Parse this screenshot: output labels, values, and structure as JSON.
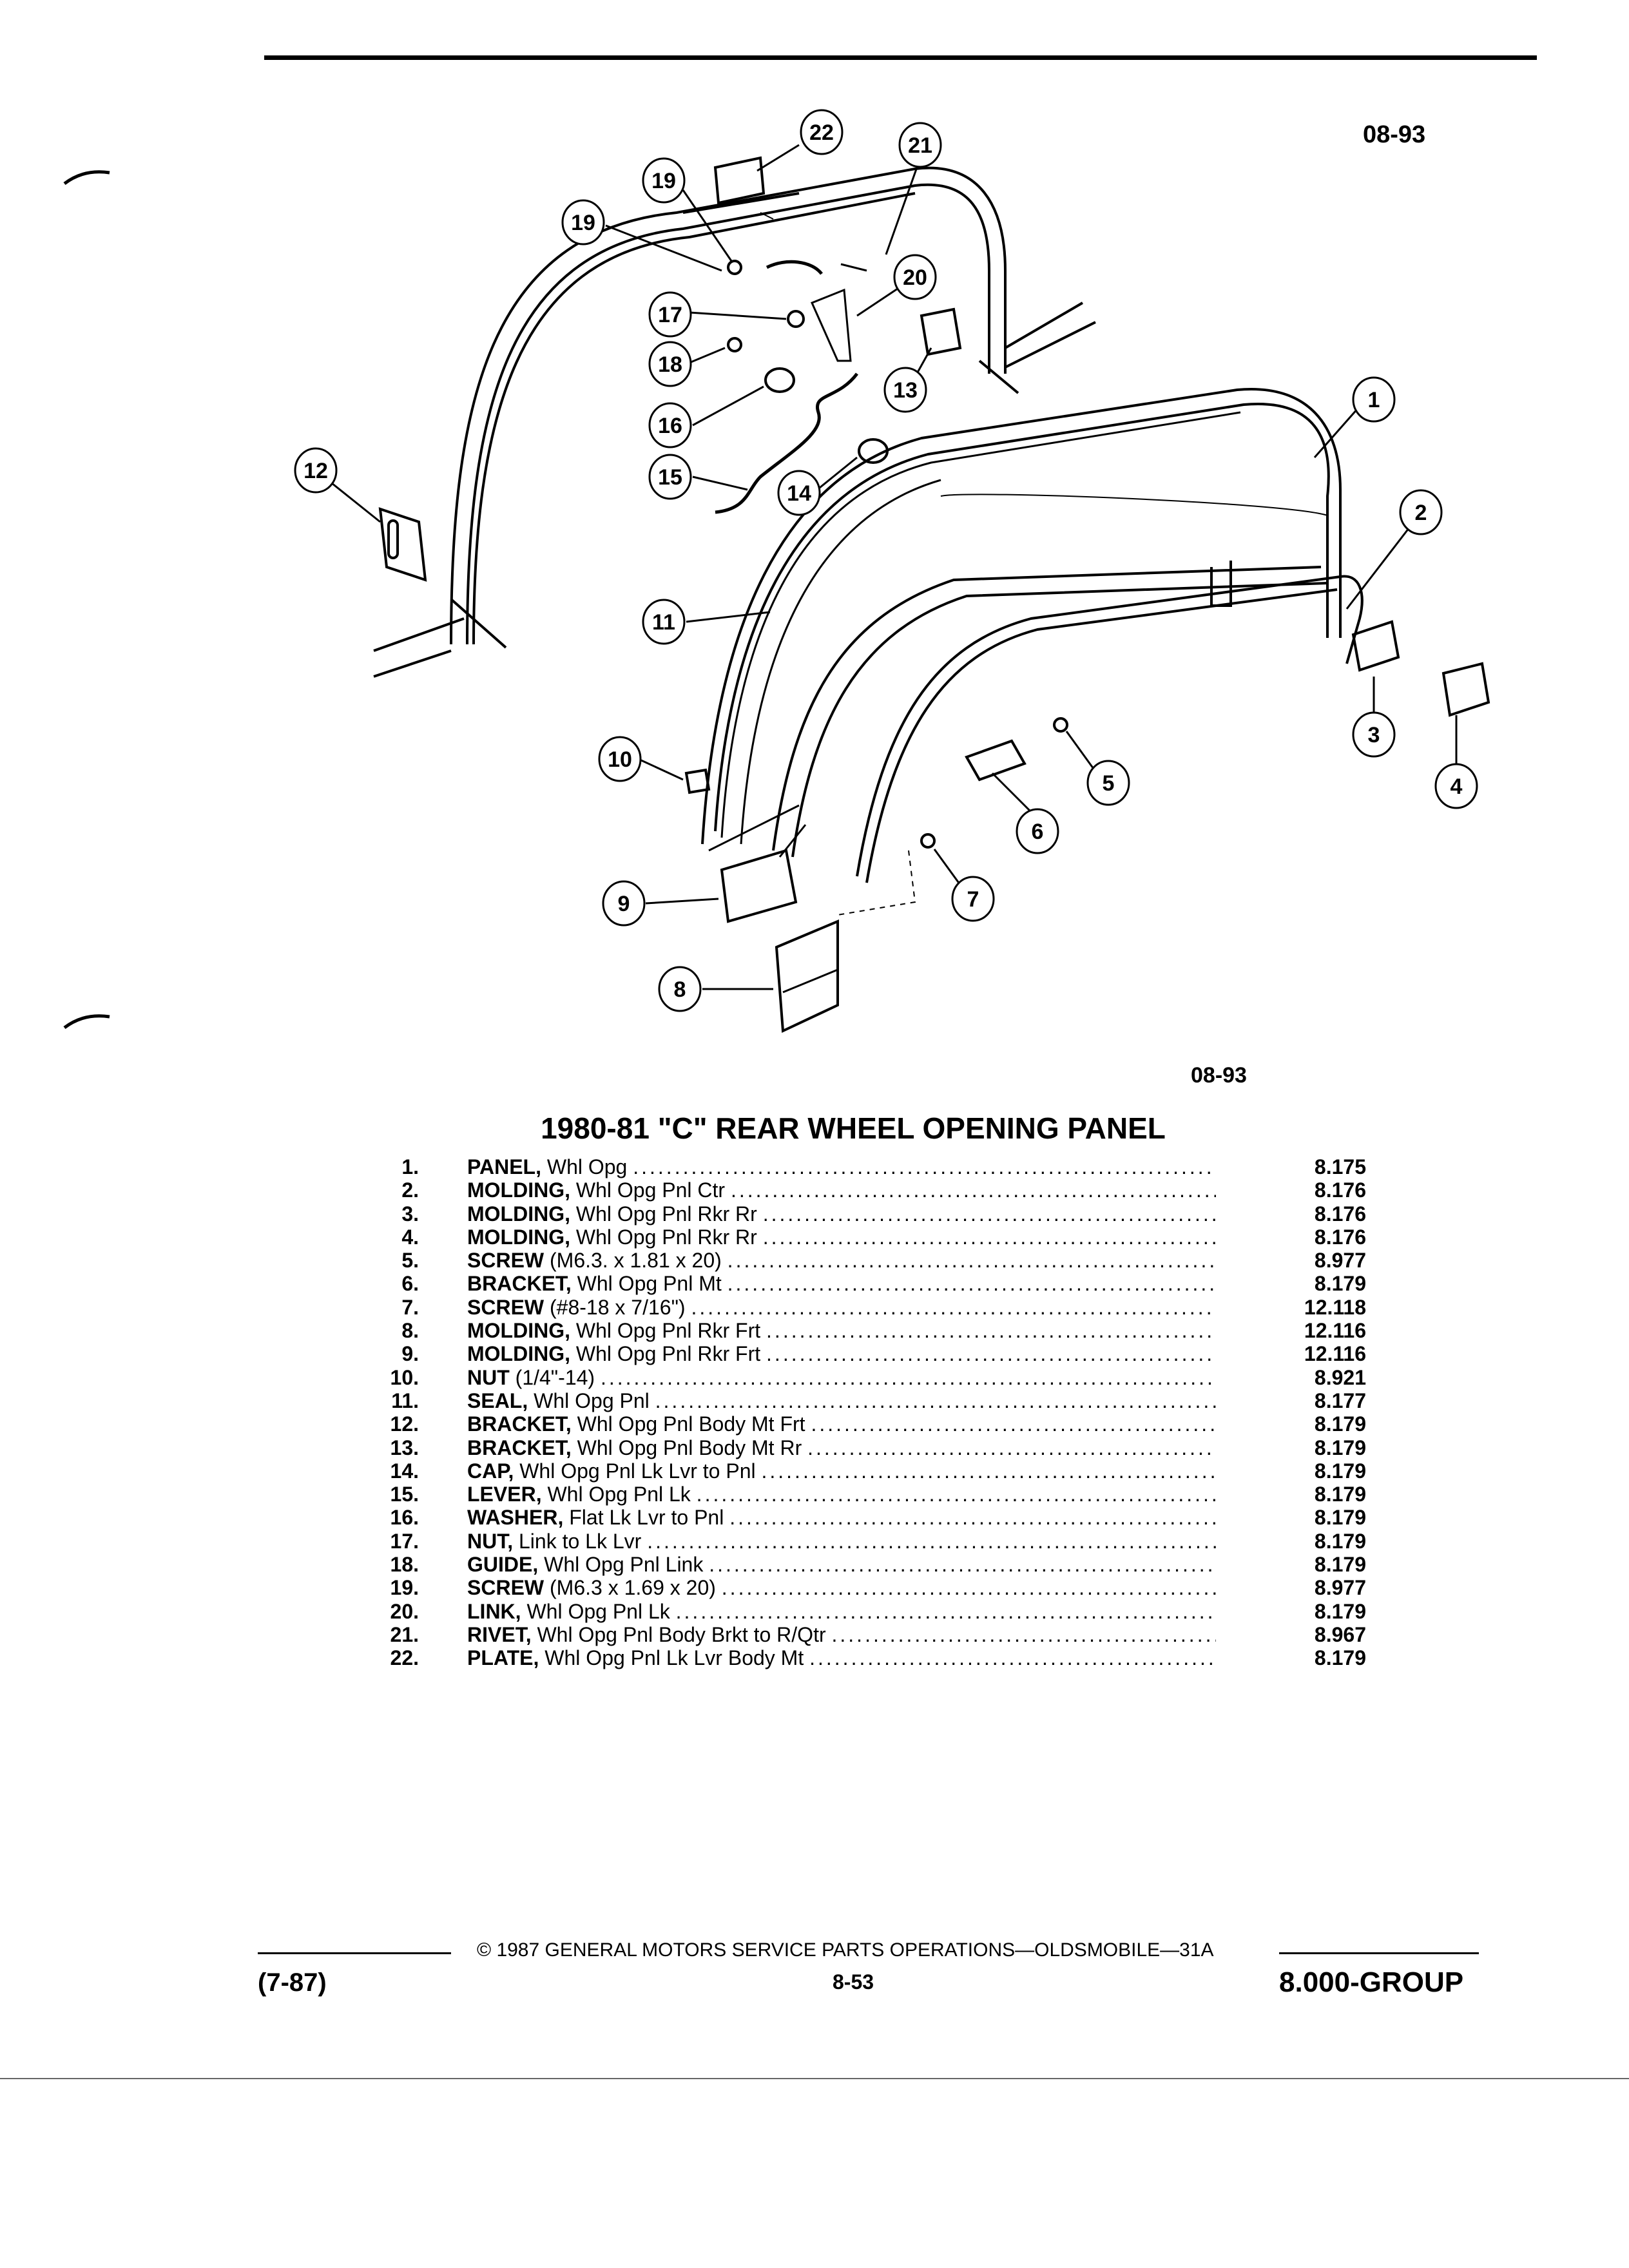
{
  "header": {
    "page_code": "08-93"
  },
  "diagram": {
    "code": "08-93",
    "callouts": [
      "1",
      "2",
      "3",
      "4",
      "5",
      "6",
      "7",
      "8",
      "9",
      "10",
      "11",
      "12",
      "13",
      "14",
      "15",
      "16",
      "17",
      "18",
      "19",
      "19",
      "20",
      "21",
      "22"
    ]
  },
  "title": "1980-81 \"C\" REAR WHEEL OPENING PANEL",
  "parts": [
    {
      "num": "1.",
      "name": "PANEL,",
      "desc": "Whl Opg",
      "ref": "8.175"
    },
    {
      "num": "2.",
      "name": "MOLDING,",
      "desc": "Whl Opg Pnl Ctr",
      "ref": "8.176"
    },
    {
      "num": "3.",
      "name": "MOLDING,",
      "desc": "Whl Opg Pnl Rkr Rr",
      "ref": "8.176"
    },
    {
      "num": "4.",
      "name": "MOLDING,",
      "desc": "Whl Opg Pnl Rkr Rr",
      "ref": "8.176"
    },
    {
      "num": "5.",
      "name": "SCREW",
      "desc": "(M6.3. x 1.81 x 20)",
      "ref": "8.977"
    },
    {
      "num": "6.",
      "name": "BRACKET,",
      "desc": "Whl Opg Pnl Mt",
      "ref": "8.179"
    },
    {
      "num": "7.",
      "name": "SCREW",
      "desc": "(#8-18 x 7/16\")",
      "ref": "12.118"
    },
    {
      "num": "8.",
      "name": "MOLDING,",
      "desc": "Whl Opg Pnl Rkr Frt",
      "ref": "12.116"
    },
    {
      "num": "9.",
      "name": "MOLDING,",
      "desc": "Whl Opg Pnl Rkr Frt",
      "ref": "12.116"
    },
    {
      "num": "10.",
      "name": "NUT",
      "desc": "(1/4\"-14)",
      "ref": "8.921"
    },
    {
      "num": "11.",
      "name": "SEAL,",
      "desc": "Whl Opg Pnl",
      "ref": "8.177"
    },
    {
      "num": "12.",
      "name": "BRACKET,",
      "desc": "Whl Opg Pnl Body Mt Frt",
      "ref": "8.179"
    },
    {
      "num": "13.",
      "name": "BRACKET,",
      "desc": "Whl Opg Pnl Body Mt Rr",
      "ref": "8.179"
    },
    {
      "num": "14.",
      "name": "CAP,",
      "desc": "Whl Opg Pnl Lk Lvr to Pnl",
      "ref": "8.179"
    },
    {
      "num": "15.",
      "name": "LEVER,",
      "desc": "Whl Opg Pnl Lk",
      "ref": "8.179"
    },
    {
      "num": "16.",
      "name": "WASHER,",
      "desc": "Flat Lk Lvr to Pnl",
      "ref": "8.179"
    },
    {
      "num": "17.",
      "name": "NUT,",
      "desc": "Link to Lk Lvr",
      "ref": "8.179"
    },
    {
      "num": "18.",
      "name": "GUIDE,",
      "desc": "Whl Opg Pnl Link",
      "ref": "8.179"
    },
    {
      "num": "19.",
      "name": "SCREW",
      "desc": "(M6.3 x 1.69 x 20)",
      "ref": "8.977"
    },
    {
      "num": "20.",
      "name": "LINK,",
      "desc": "Whl Opg Pnl Lk",
      "ref": "8.179"
    },
    {
      "num": "21.",
      "name": "RIVET,",
      "desc": "Whl Opg Pnl Body Brkt to R/Qtr",
      "ref": "8.967"
    },
    {
      "num": "22.",
      "name": "PLATE,",
      "desc": "Whl Opg Pnl Lk Lvr Body Mt",
      "ref": "8.179"
    }
  ],
  "footer": {
    "copyright": "©  1987  GENERAL MOTORS SERVICE PARTS OPERATIONS—OLDSMOBILE—31A",
    "page": "8-53",
    "date": "(7-87)",
    "group": "8.000-GROUP"
  }
}
